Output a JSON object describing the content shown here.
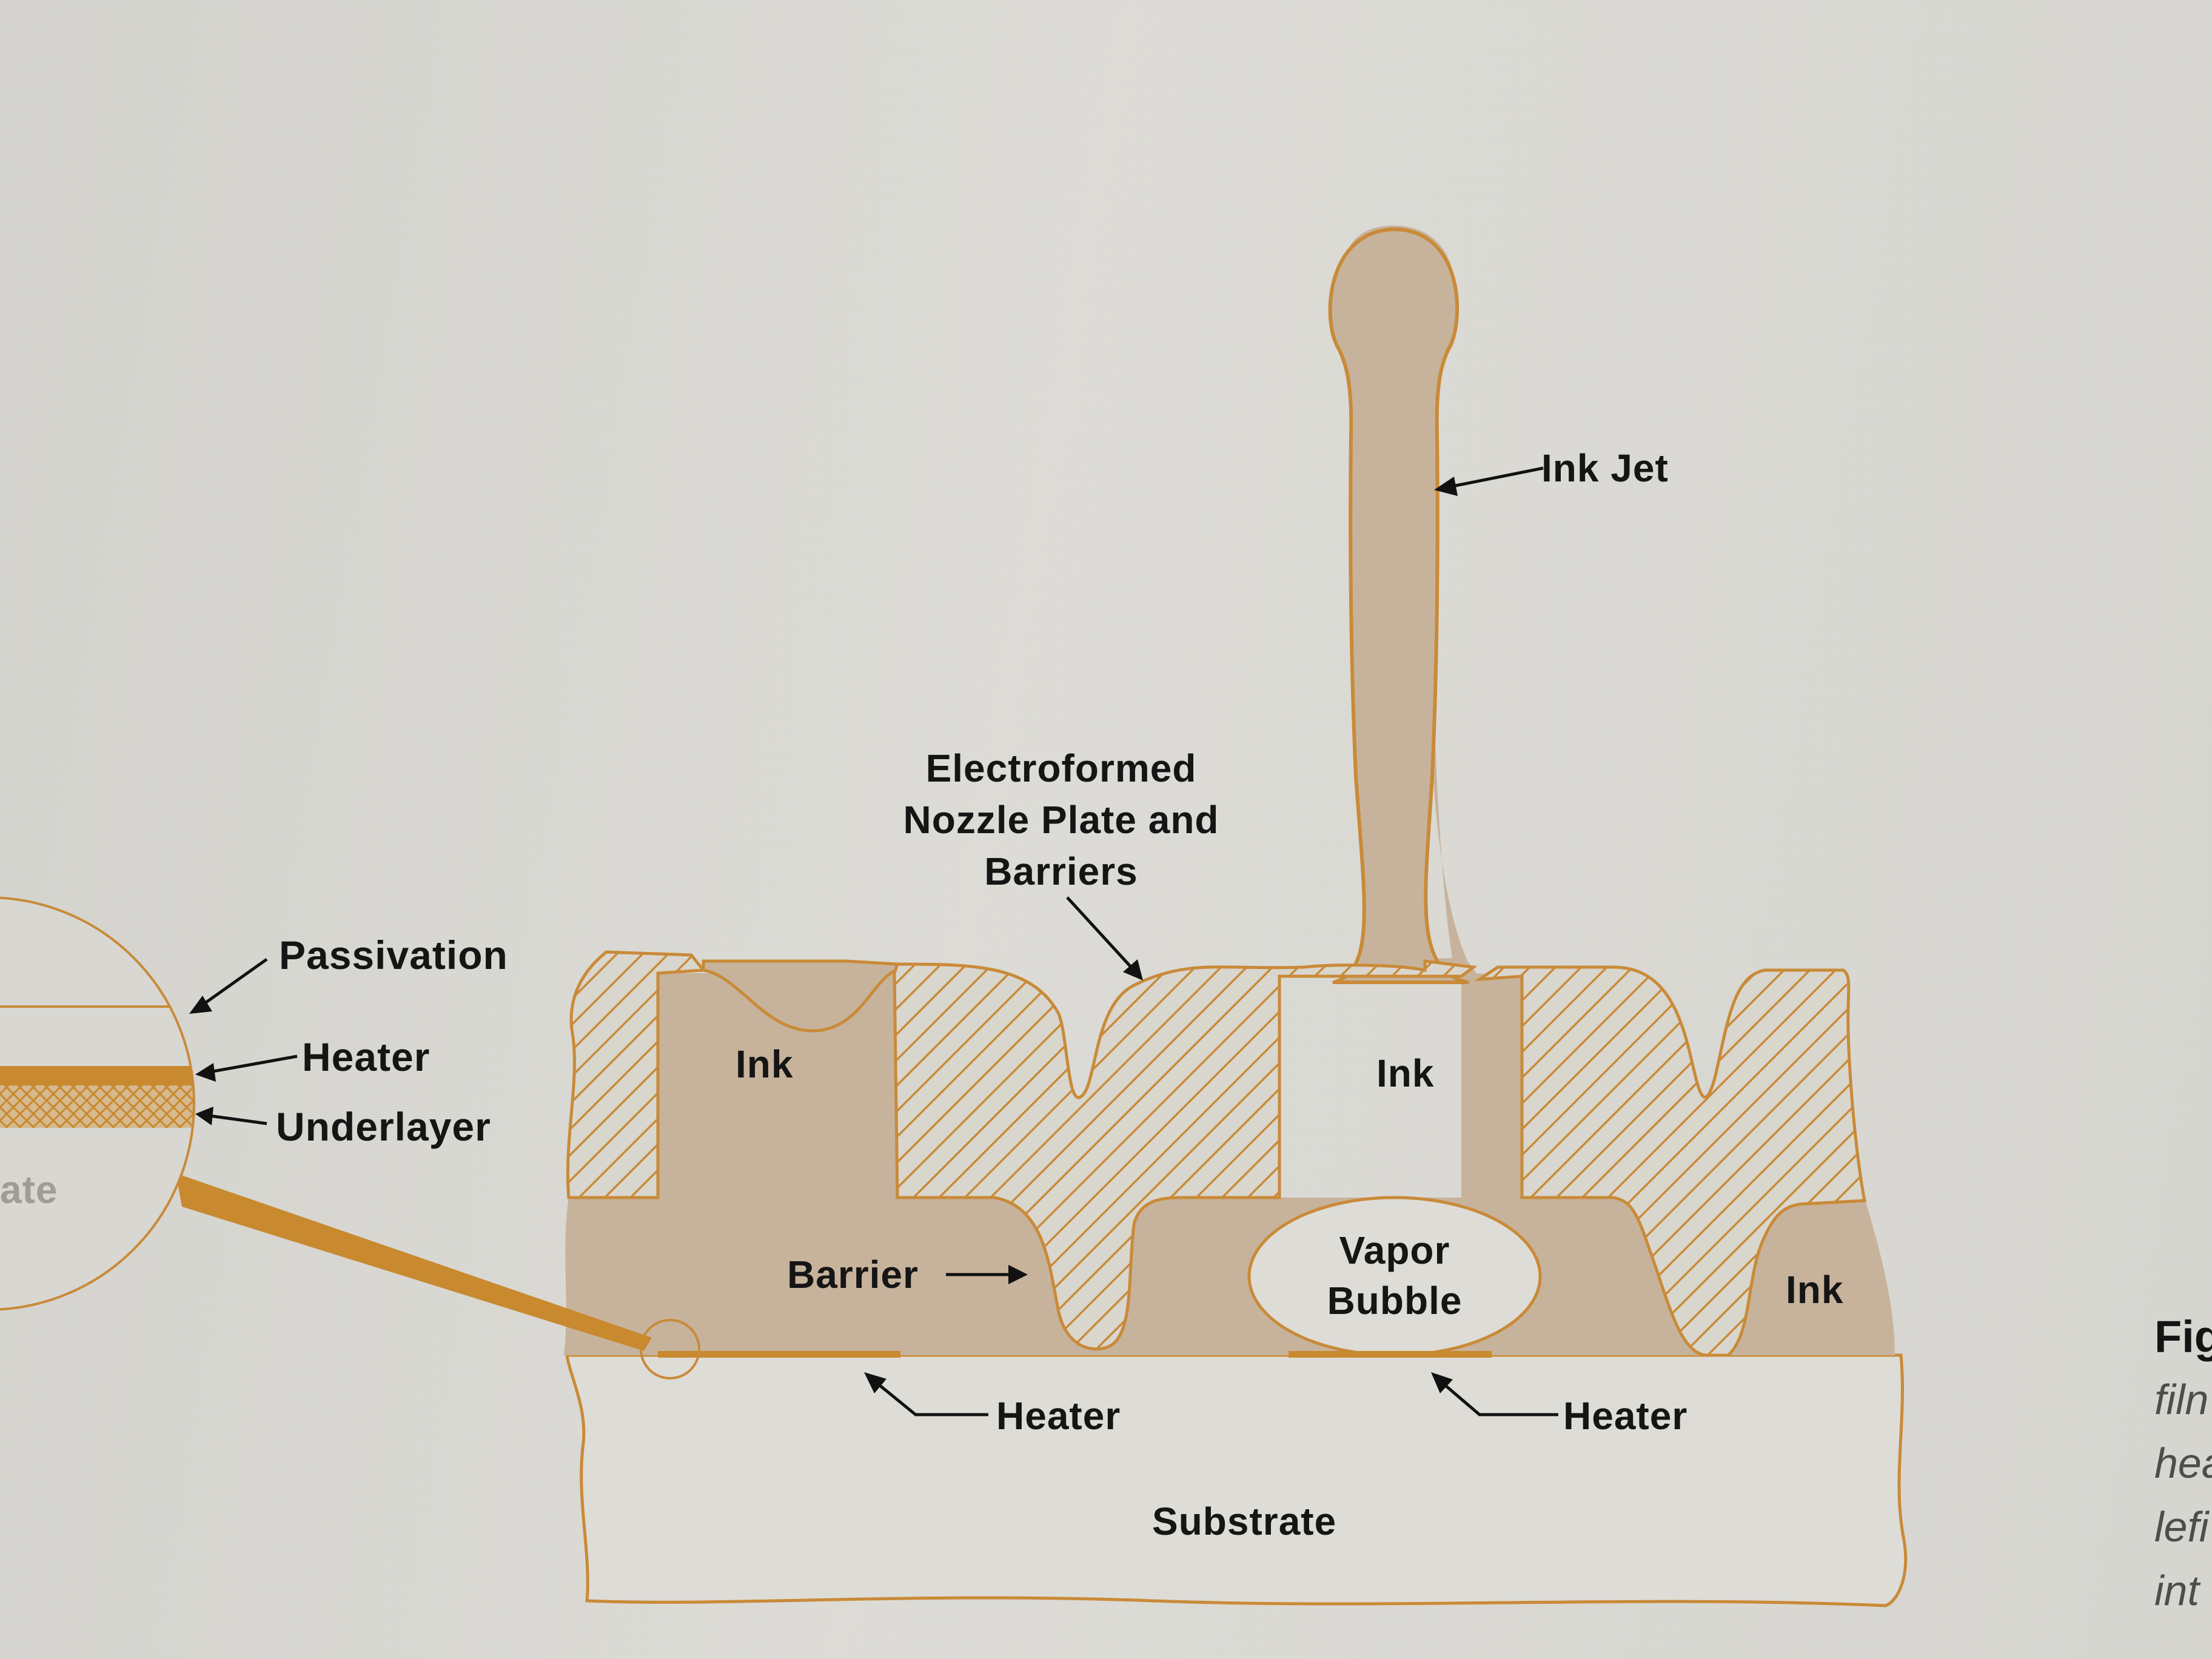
{
  "labels": {
    "ink_jet": "Ink Jet",
    "nozzle_plate_line1": "Electroformed",
    "nozzle_plate_line2": "Nozzle Plate and",
    "nozzle_plate_line3": "Barriers",
    "ink_left": "Ink",
    "ink_center": "Ink",
    "ink_right": "Ink",
    "vapor_bubble_line1": "Vapor",
    "vapor_bubble_line2": "Bubble",
    "barrier": "Barrier",
    "heater_left": "Heater",
    "heater_right": "Heater",
    "substrate": "Substrate",
    "inset_passivation": "Passivation",
    "inset_heater": "Heater",
    "inset_underlayer": "Underlayer",
    "inset_substrate_fragment": "ate"
  },
  "caption_fragments": [
    "Fig",
    "filn",
    "hea",
    "lefi",
    "int"
  ],
  "colors": {
    "outline": "#c98a38",
    "ink_fill": "#c7b39b",
    "heater": "#c8892f",
    "background": "#d8d7d2",
    "text": "#151515"
  }
}
